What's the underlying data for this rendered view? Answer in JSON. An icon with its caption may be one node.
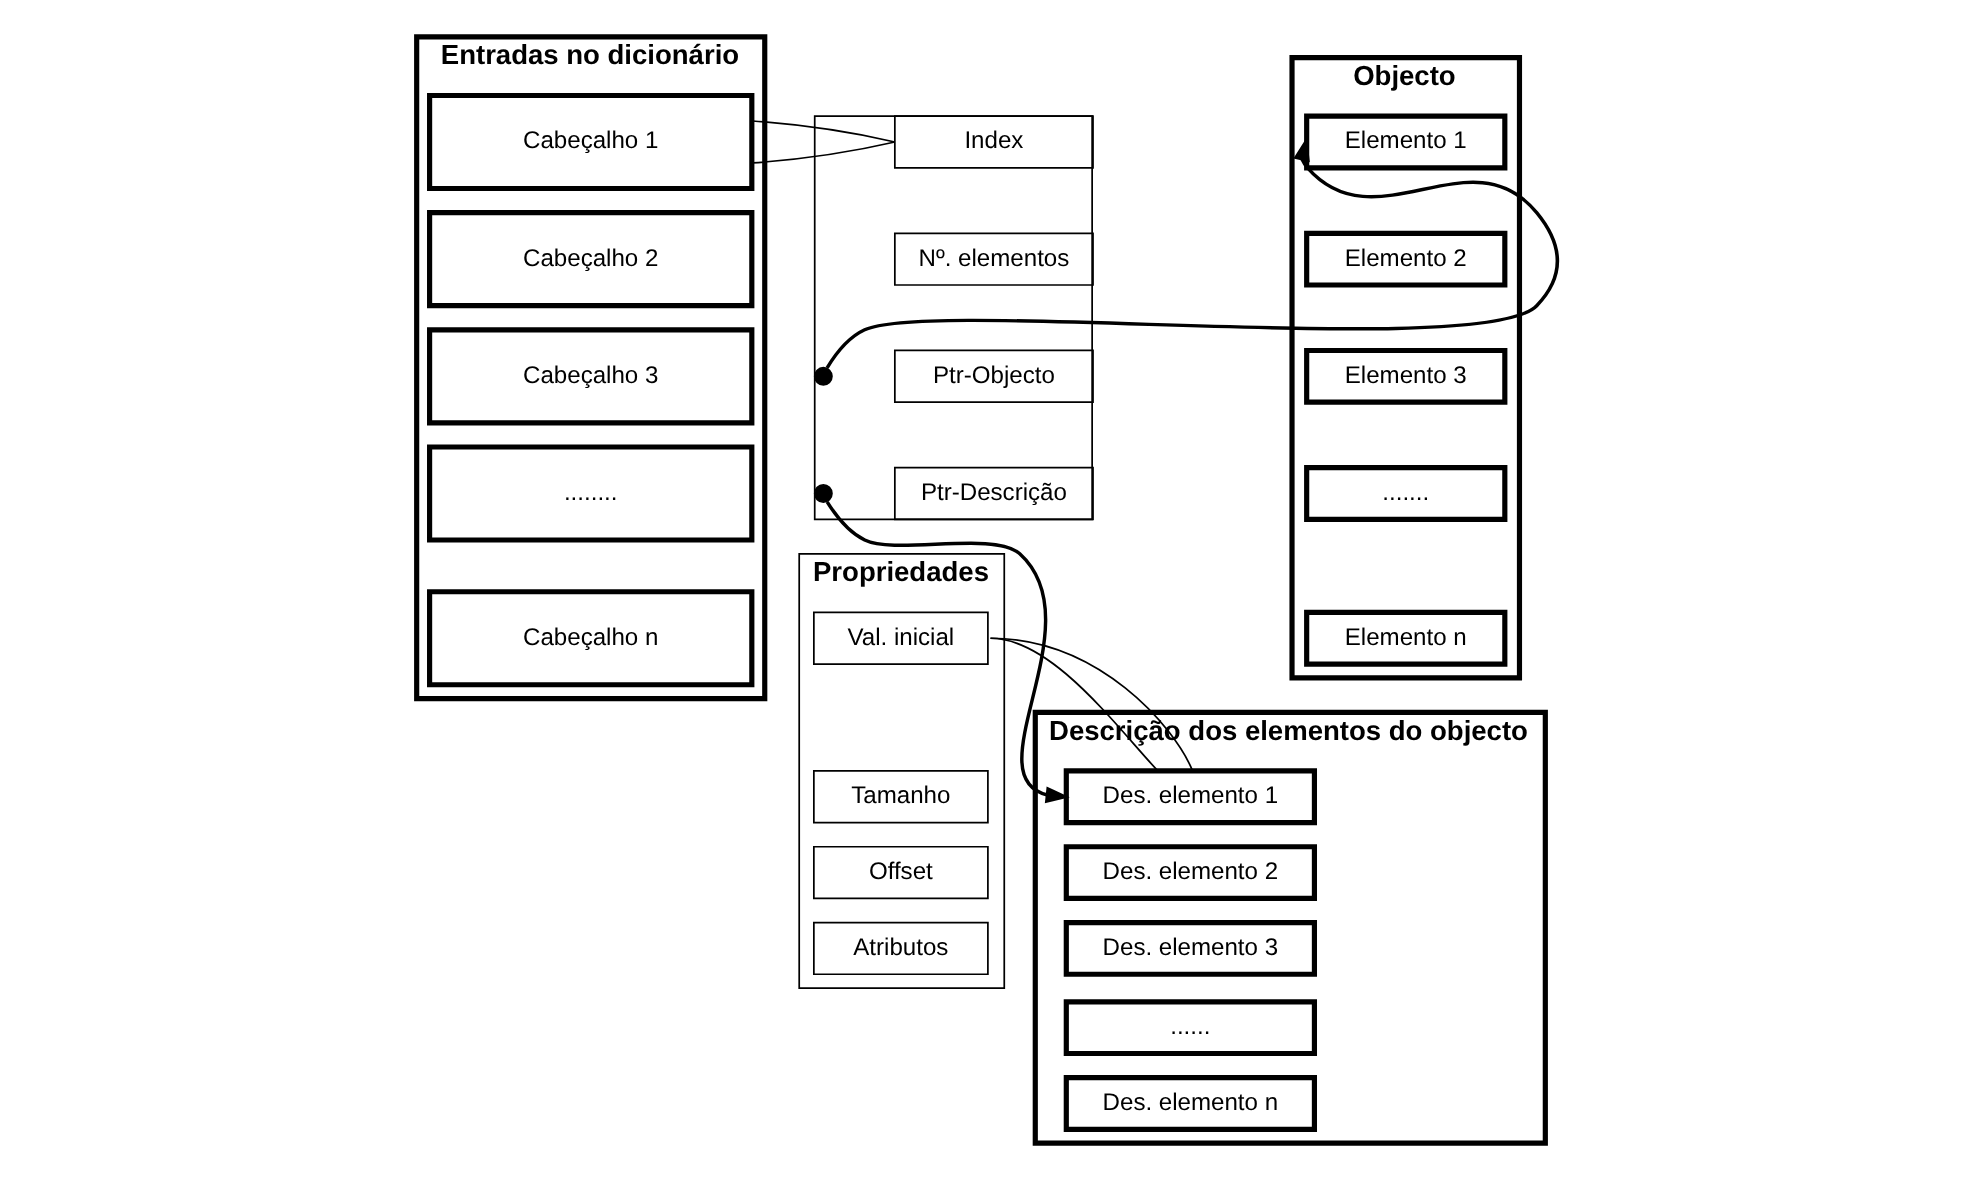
{
  "diagram": {
    "nodes": [
      {
        "text": [
          "Entradas no dicionário"
        ]
      },
      {
        "text": [
          "Cabeçalho 1"
        ],
        "in": 0
      },
      {
        "text": [
          "Cabeçalho 2"
        ],
        "in": 0
      },
      {
        "text": [
          "Cabeçalho 3"
        ],
        "in": 0
      },
      {
        "text": [
          "........"
        ],
        "in": 0
      },
      {
        "text": [
          "Cabeçalho n"
        ],
        "in": 0
      },
      {
        "text": [],
        "shape": "box"
      },
      {
        "text": [
          "Index"
        ],
        "in": 6
      },
      {
        "text": [
          "Nº. elementos"
        ],
        "in": 6
      },
      {
        "text": [
          "Ptr-Objecto"
        ],
        "in": 6
      },
      {
        "text": [],
        "shape": "circle",
        "in": 6
      },
      {
        "text": [
          "Ptr-Descrição"
        ],
        "in": 6
      },
      {
        "text": [],
        "shape": "circle",
        "in": 6
      },
      {
        "text": [
          "Objecto"
        ]
      },
      {
        "text": [
          "Elemento 1"
        ],
        "in": 13
      },
      {
        "text": [
          "Elemento 2"
        ],
        "in": 13
      },
      {
        "text": [
          "Elemento 3"
        ],
        "in": 13
      },
      {
        "text": [
          "......."
        ],
        "in": 13
      },
      {
        "text": [
          "Elemento n"
        ],
        "in": 13
      },
      {
        "text": [
          "Propriedades"
        ]
      },
      {
        "text": [
          "Val. inicial"
        ],
        "in": 19
      },
      {
        "text": [
          "Tamanho"
        ],
        "in": 19
      },
      {
        "text": [
          "Offset"
        ],
        "in": 19
      },
      {
        "text": [
          "Atributos"
        ],
        "in": 19
      },
      {
        "text": [
          "Descrição dos elementos do objecto"
        ]
      },
      {
        "text": [
          "Des. elemento 1"
        ],
        "in": 24
      },
      {
        "text": [
          "Des. elemento 2"
        ],
        "in": 24
      },
      {
        "text": [
          "Des. elemento 3"
        ],
        "in": 24
      },
      {
        "text": [
          "......"
        ],
        "in": 24
      },
      {
        "text": [
          "Des. elemento n"
        ],
        "in": 24
      }
    ],
    "edges": [
      {
        "from": 1,
        "to": 6,
        "arrow": "none"
      },
      {
        "from": 1,
        "to": 6,
        "arrow": "none"
      },
      {
        "from": 10,
        "to": 14,
        "arrow": "to"
      },
      {
        "from": 12,
        "to": 25,
        "arrow": "to"
      },
      {
        "from": 19,
        "to": 25,
        "arrow": "none"
      },
      {
        "from": 19,
        "to": 25,
        "arrow": "none"
      }
    ]
  }
}
